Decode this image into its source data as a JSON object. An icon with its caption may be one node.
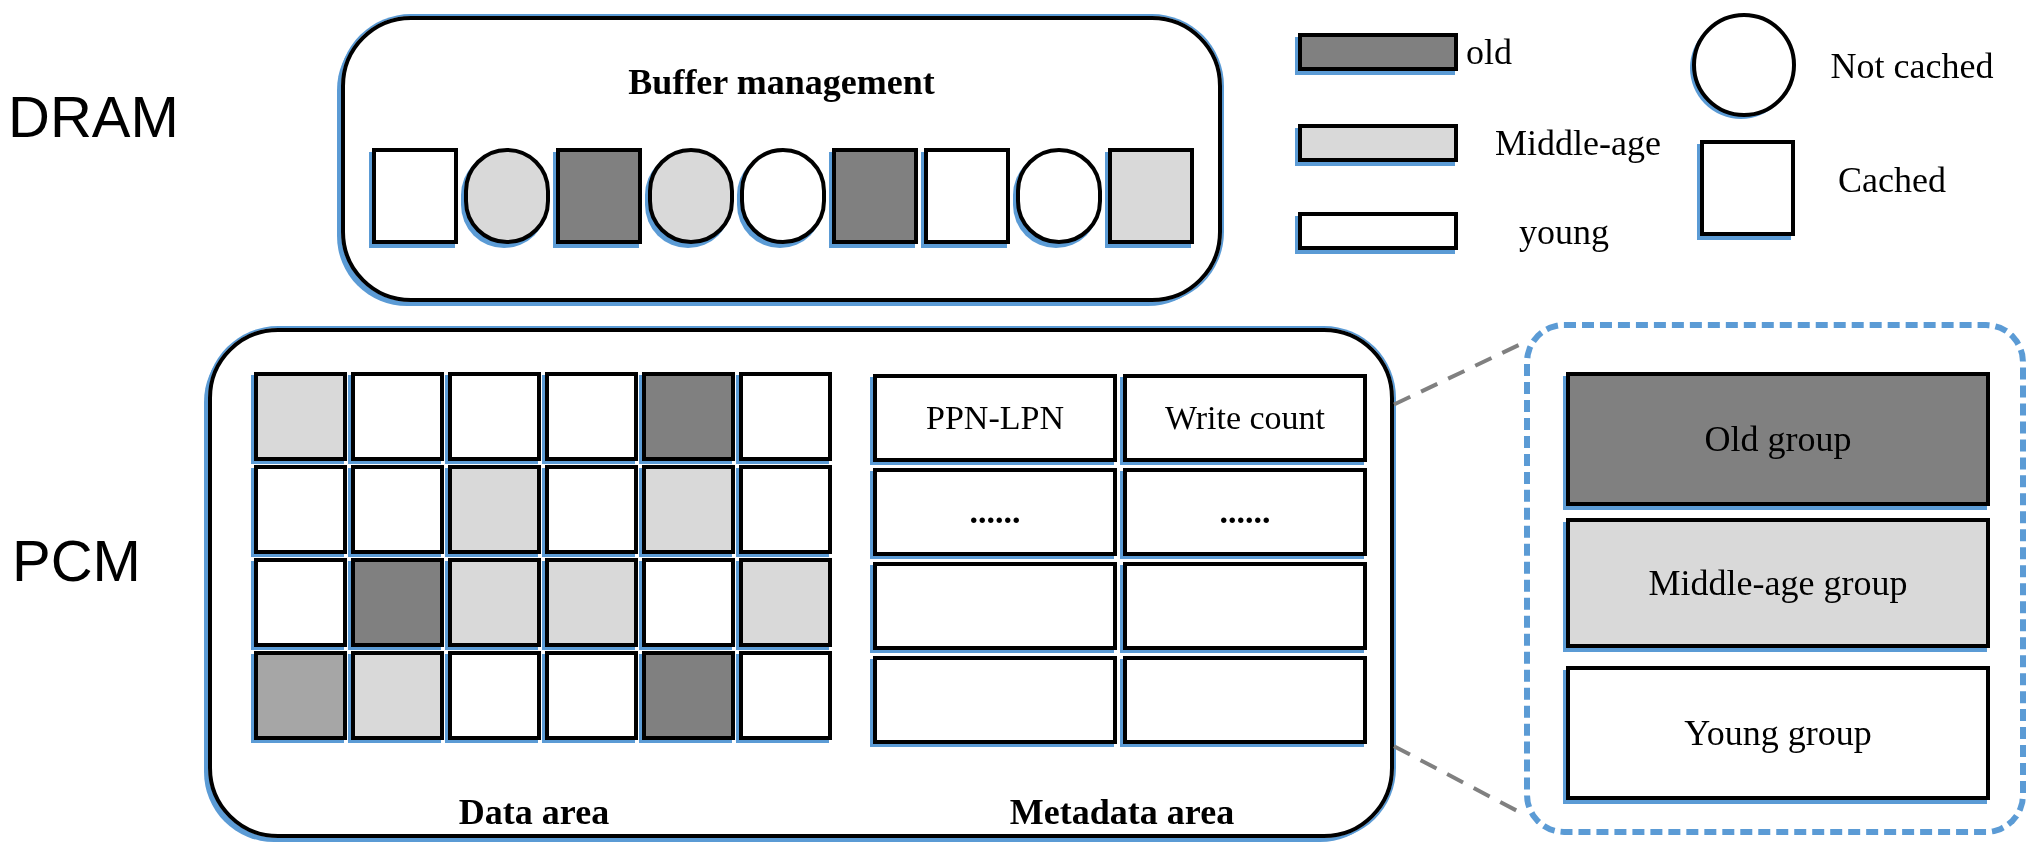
{
  "diagram": {
    "nodes": [
      {
        "text": [
          "Buffer management"
        ],
        "beside": [
          "DRAM"
        ]
      },
      {
        "text": [],
        "shape": "box",
        "in": 0
      },
      {
        "text": [],
        "shape": "circle",
        "in": 0
      },
      {
        "text": [],
        "shape": "box",
        "in": 0
      },
      {
        "text": [],
        "shape": "circle",
        "in": 0
      },
      {
        "text": [],
        "shape": "circle",
        "in": 0
      },
      {
        "text": [],
        "shape": "box",
        "in": 0
      },
      {
        "text": [],
        "shape": "box",
        "in": 0
      },
      {
        "text": [],
        "shape": "circle",
        "in": 0
      },
      {
        "text": [],
        "shape": "box",
        "in": 0
      },
      {
        "text": [
          "Data area",
          "Metadata area"
        ],
        "beside": [
          "PCM"
        ]
      },
      {
        "text": [],
        "shape": "box"
      },
      {
        "text": [
          "Old group"
        ],
        "in": 11
      },
      {
        "text": [
          "Middle-age group"
        ],
        "in": 11
      },
      {
        "text": [
          "Young group"
        ],
        "in": 11
      }
    ],
    "edges": [
      {
        "from": 10,
        "to": 11,
        "arrow": "none",
        "style": "dashed",
        "color": "#808080"
      },
      {
        "from": 10,
        "to": 11,
        "arrow": "none",
        "style": "dashed",
        "color": "#808080"
      }
    ],
    "labels": [
      "PPN-LPN",
      "Write count",
      "......",
      "......"
    ],
    "legend": [
      {
        "text": "old",
        "color": "#808080"
      },
      {
        "text": "Middle-age",
        "color": "#d9d9d9"
      },
      {
        "text": "young",
        "color": "#ffffff"
      },
      {
        "text": "Not cached"
      },
      {
        "text": "Cached"
      }
    ]
  }
}
